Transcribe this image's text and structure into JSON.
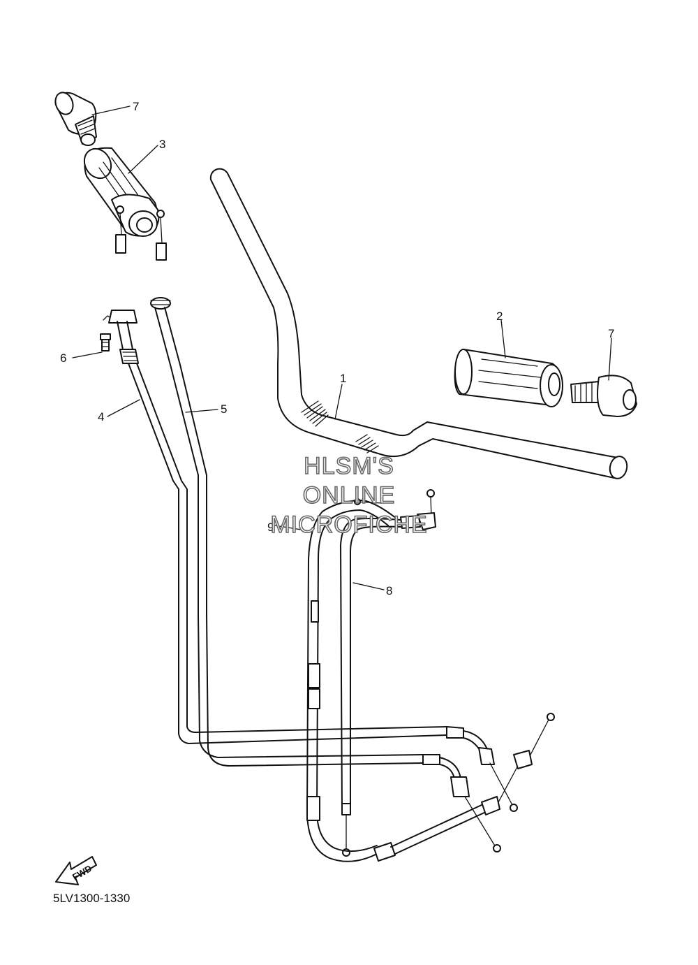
{
  "diagram": {
    "callouts": [
      {
        "id": "c7a",
        "label": "7"
      },
      {
        "id": "c3",
        "label": "3"
      },
      {
        "id": "c2",
        "label": "2"
      },
      {
        "id": "c7b",
        "label": "7"
      },
      {
        "id": "c1",
        "label": "1"
      },
      {
        "id": "c6",
        "label": "6"
      },
      {
        "id": "c4",
        "label": "4"
      },
      {
        "id": "c5",
        "label": "5"
      },
      {
        "id": "c9",
        "label": "9"
      },
      {
        "id": "c8",
        "label": "8"
      }
    ],
    "watermark": [
      "HLSM'S",
      "ONLINE",
      "MICROFICHE"
    ],
    "fwd_label": "FWD",
    "part_code": "5LV1300-1330"
  }
}
